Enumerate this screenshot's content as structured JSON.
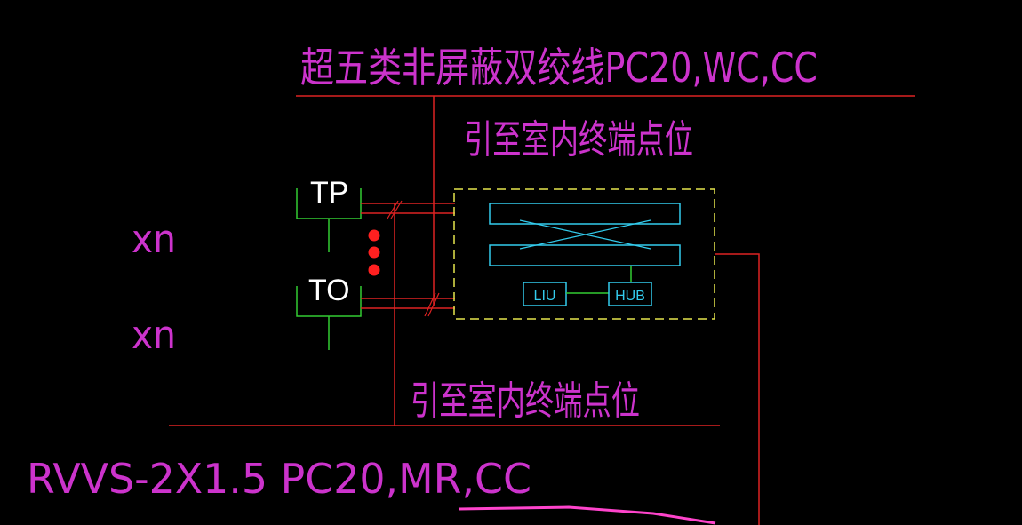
{
  "labels": {
    "cable_top": "超五类非屏蔽双绞线PC20,WC,CC",
    "terminal_upper": "引至室内终端点位",
    "terminal_lower": "引至室内终端点位",
    "xn_upper": "xn",
    "xn_lower": "xn",
    "cable_bottom": "RVVS-2X1.5  PC20,MR,CC"
  },
  "outlets": {
    "tp": "TP",
    "to": "TO"
  },
  "equipment": {
    "liu": "LIU",
    "hub": "HUB"
  },
  "colors": {
    "background": "#000000",
    "label_magenta": "#cc33cc",
    "wire_red": "#dd2222",
    "outlet_green": "#33cc33",
    "dash_yellow": "#e6e64d",
    "equip_cyan": "#33ccee",
    "dot_red": "#ff2020",
    "trace_pink": "#ff44cc"
  }
}
